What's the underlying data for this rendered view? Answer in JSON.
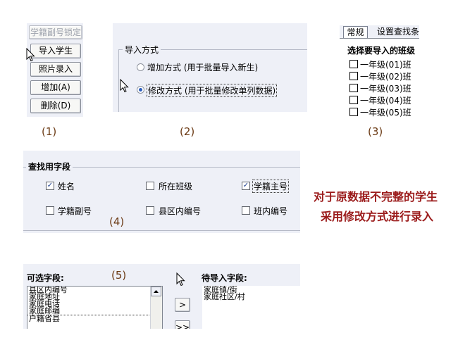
{
  "panel1": {
    "buttons": [
      {
        "label": "学籍副号锁定",
        "disabled": true
      },
      {
        "label": "导入学生",
        "disabled": false
      },
      {
        "label": "照片录入",
        "disabled": false
      },
      {
        "label": "增加(A)",
        "disabled": false
      },
      {
        "label": "删除(D)",
        "disabled": false
      }
    ],
    "caption": "(1)"
  },
  "panel2": {
    "legend": "导入方式",
    "options": [
      {
        "label": "增加方式 (用于批量导入新生)",
        "selected": false
      },
      {
        "label": "修改方式 (用于批量修改单列数据)",
        "selected": true
      }
    ],
    "caption": "(2)"
  },
  "panel3": {
    "tabs": [
      "常规",
      "设置查找条"
    ],
    "heading": "选择要导入的班级",
    "classes": [
      "一年级(01)班",
      "一年级(02)班",
      "一年级(03)班",
      "一年级(04)班",
      "一年级(05)班"
    ],
    "caption": "(3)"
  },
  "panel4": {
    "legend": "查找用字段",
    "fields": [
      {
        "label": "姓名",
        "checked": true
      },
      {
        "label": "所在班级",
        "checked": false
      },
      {
        "label": "学籍主号",
        "checked": true
      },
      {
        "label": "学籍副号",
        "checked": false
      },
      {
        "label": "县区内编号",
        "checked": false
      },
      {
        "label": "班内编号",
        "checked": false
      }
    ],
    "caption": "(4)"
  },
  "note": {
    "line1": "对于原数据不完整的学生",
    "line2": "采用修改方式进行录入",
    "color": "#9b1b1b"
  },
  "panel5": {
    "available_label": "可选字段:",
    "available_items": [
      "县区内编号",
      "家庭地址",
      "家庭电话",
      "家庭邮编",
      "户籍省县"
    ],
    "target_label": "待导入字段:",
    "target_items": [
      "家庭镇/街",
      "家庭社区/村"
    ],
    "move_one": ">",
    "move_all": ">>",
    "caption": "(5)"
  }
}
